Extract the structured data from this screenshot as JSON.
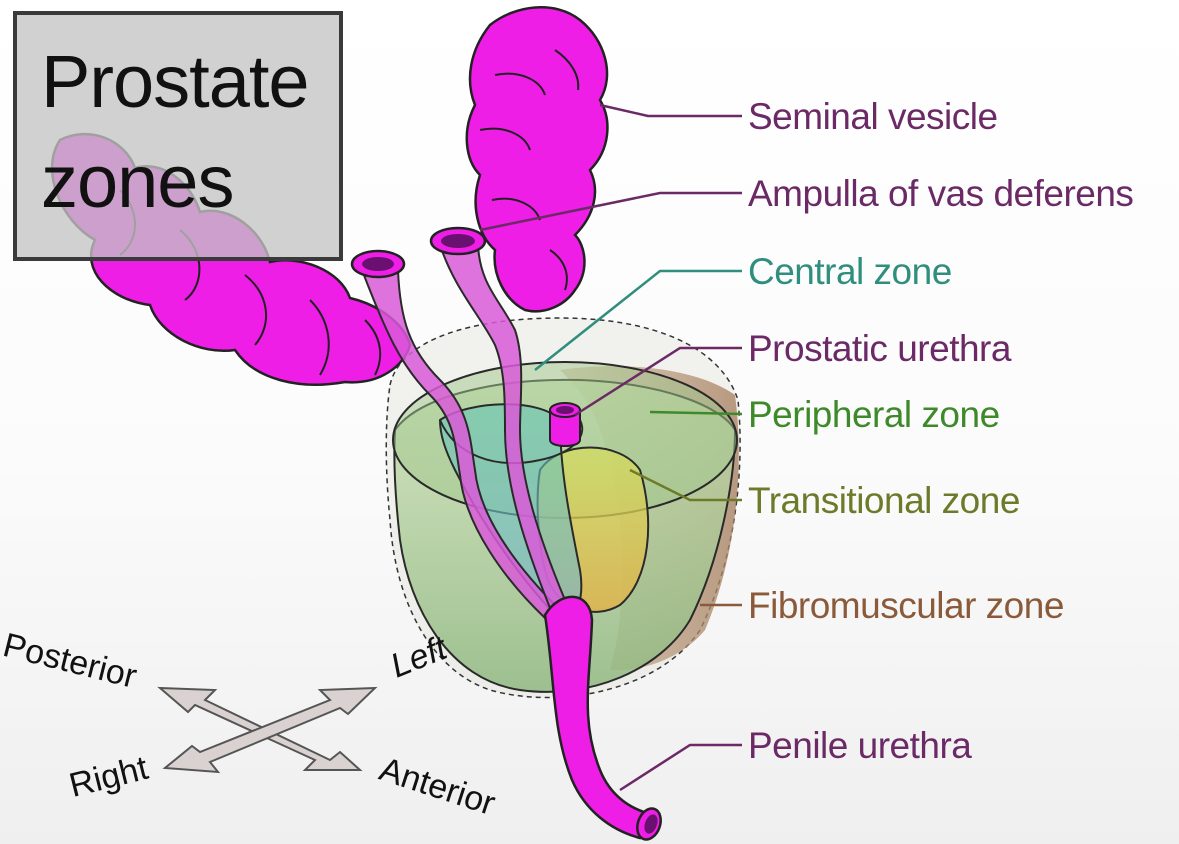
{
  "title": {
    "line1": "Prostate",
    "line2": "zones"
  },
  "labels": {
    "seminal_vesicle": "Seminal vesicle",
    "ampulla": "Ampulla of vas deferens",
    "central_zone": "Central zone",
    "prostatic_urethra": "Prostatic urethra",
    "peripheral_zone": "Peripheral zone",
    "transitional_zone": "Transitional zone",
    "fibromuscular_zone": "Fibromuscular zone",
    "penile_urethra": "Penile urethra"
  },
  "compass": {
    "posterior": "Posterior",
    "left": "Left",
    "right": "Right",
    "anterior": "Anterior"
  },
  "colors": {
    "seminal_vesicle": "#ee1ee6",
    "magenta_label": "#6b2a66",
    "central_zone": "#2f8e7e",
    "peripheral_zone": "#3e8a2a",
    "transitional_zone": "#6d7a2a",
    "fibromuscular_zone": "#8a5a3a",
    "urethra": "#e61fd6"
  }
}
